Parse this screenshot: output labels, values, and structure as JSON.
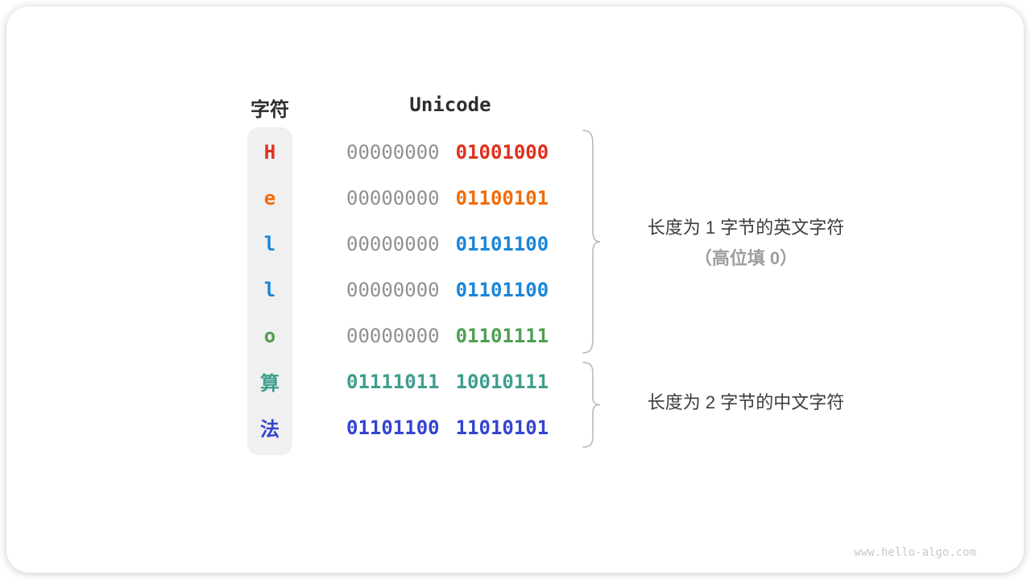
{
  "table": {
    "header_char": "字符",
    "header_unicode": "Unicode",
    "gray_byte_color": "#909090",
    "rows": [
      {
        "char": "H",
        "char_color": "#e02f1e",
        "byte1": "00000000",
        "byte1_color": "#909090",
        "byte2": "01001000",
        "byte2_color": "#e02f1e"
      },
      {
        "char": "e",
        "char_color": "#f06c0c",
        "byte1": "00000000",
        "byte1_color": "#909090",
        "byte2": "01100101",
        "byte2_color": "#f06c0c"
      },
      {
        "char": "l",
        "char_color": "#1a86d9",
        "byte1": "00000000",
        "byte1_color": "#909090",
        "byte2": "01101100",
        "byte2_color": "#1a86d9"
      },
      {
        "char": "l",
        "char_color": "#1a86d9",
        "byte1": "00000000",
        "byte1_color": "#909090",
        "byte2": "01101100",
        "byte2_color": "#1a86d9"
      },
      {
        "char": "o",
        "char_color": "#4e9f51",
        "byte1": "00000000",
        "byte1_color": "#909090",
        "byte2": "01101111",
        "byte2_color": "#4e9f51"
      },
      {
        "char": "算",
        "char_color": "#3f9e8e",
        "byte1": "01111011",
        "byte1_color": "#3f9e8e",
        "byte2": "10010111",
        "byte2_color": "#3f9e8e"
      },
      {
        "char": "法",
        "char_color": "#3444d0",
        "byte1": "01101100",
        "byte1_color": "#3444d0",
        "byte2": "11010101",
        "byte2_color": "#3444d0"
      }
    ]
  },
  "annotations": {
    "group1": {
      "line1": "长度为 1 字节的英文字符",
      "line2": "（高位填 0）"
    },
    "group2": {
      "line1": "长度为 2 字节的中文字符"
    }
  },
  "watermark": "www.hello-algo.com",
  "colors": {
    "brace": "#b6b6b6",
    "char_strip_bg": "#f0f0f0",
    "annotation_primary": "#3d3d3d",
    "annotation_secondary": "#9e9e9e"
  }
}
